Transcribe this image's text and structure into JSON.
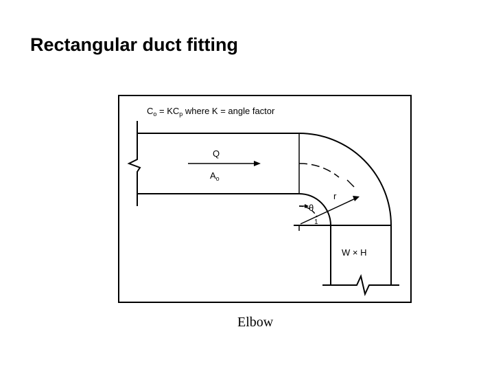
{
  "title": "Rectangular duct fitting",
  "caption": "Elbow",
  "diagram": {
    "equation": {
      "c": "C",
      "c_sub": "o",
      "eq_kc": " = KC",
      "p_sub": "p",
      "rest": " where K = angle factor"
    },
    "flow_label": "Q",
    "area_label": "A",
    "area_sub": "o",
    "radius_label": "r",
    "angle_label": "θ",
    "dims_label": "W × H",
    "tick_label": "1"
  },
  "colors": {
    "line": "#000000",
    "background": "#ffffff"
  }
}
